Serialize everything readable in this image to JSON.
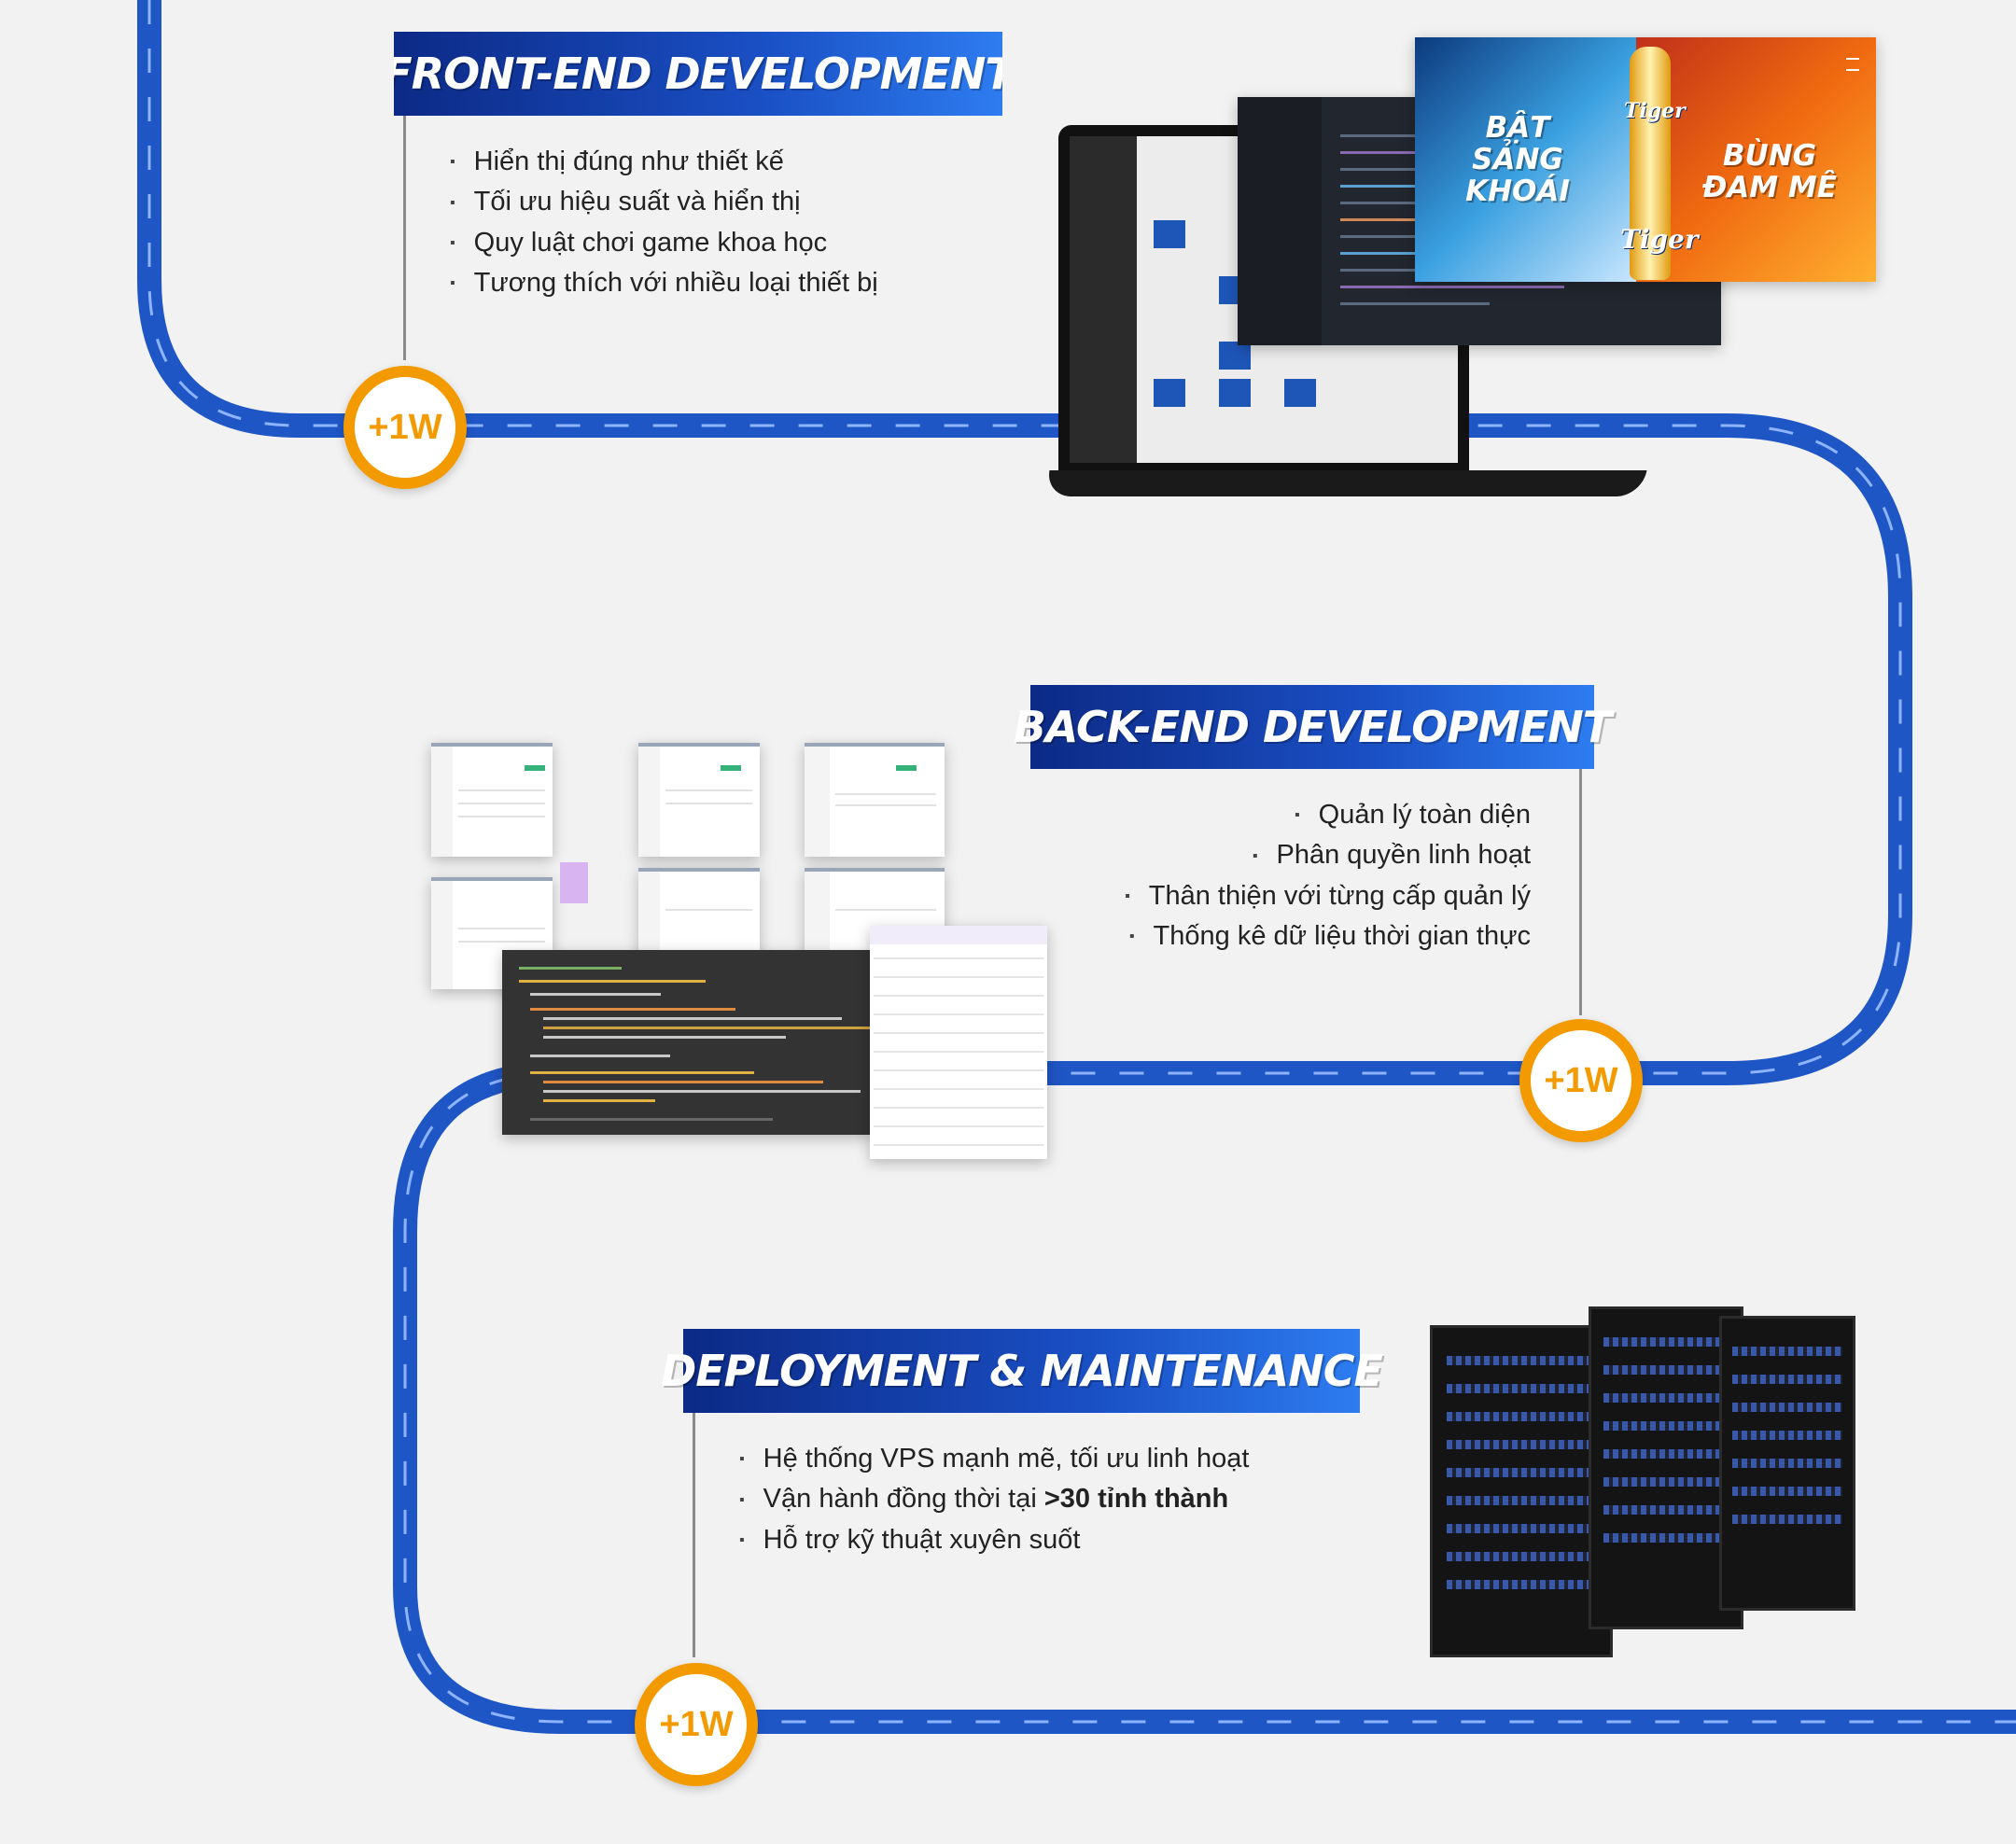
{
  "colors": {
    "road": "#1f56c6",
    "accent": "#f39a00",
    "banner_dark": "#0c2a86",
    "banner_light": "#2d7cf0"
  },
  "frontend": {
    "title": "FRONT-END DEVELOPMENT",
    "items": [
      "Hiển thị đúng như thiết kế",
      "Tối ưu hiệu suất và hiển thị",
      "Quy luật chơi game khoa học",
      "Tương thích với nhiều loại thiết bị"
    ],
    "badge": "+1W",
    "ad": {
      "left_text": "BẬT SẢNG KHOÁI",
      "right_text": "BÙNG ĐAM MÊ",
      "brand": "Tiger"
    }
  },
  "backend": {
    "title": "BACK-END DEVELOPMENT",
    "items": [
      "Quản lý toàn diện",
      "Phân quyền linh hoạt",
      "Thân thiện với từng cấp quản lý",
      "Thống kê dữ liệu thời gian thực"
    ],
    "badge": "+1W"
  },
  "deployment": {
    "title": "DEPLOYMENT & MAINTENANCE",
    "items": [
      {
        "text": "Hệ thống VPS mạnh mẽ, tối ưu linh hoạt",
        "bold": ""
      },
      {
        "text": "Vận hành đồng thời tại ",
        "bold": ">30 tỉnh thành"
      },
      {
        "text": "Hỗ trợ kỹ thuật xuyên suốt",
        "bold": ""
      }
    ],
    "badge": "+1W"
  }
}
